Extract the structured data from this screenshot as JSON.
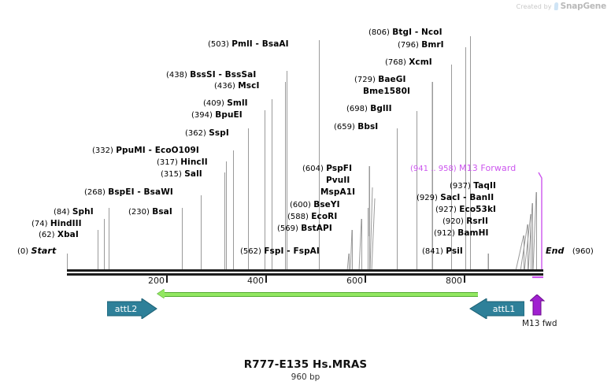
{
  "watermark": {
    "prefix": "Created by",
    "brand": "SnapGene"
  },
  "title": "R777-E135 Hs.MRAS",
  "subtitle": "960 bp",
  "sequence": {
    "length_bp": 960,
    "start_label": "Start",
    "start_pos": "(0)",
    "end_label": "End",
    "end_pos": "(960)"
  },
  "ruler": {
    "ticks": [
      {
        "label": "200",
        "value": 200
      },
      {
        "label": "400",
        "value": 400
      },
      {
        "label": "600",
        "value": 600
      },
      {
        "label": "800",
        "value": 800
      }
    ]
  },
  "colors": {
    "enzyme_text": "#000000",
    "feature_magenta": "#cc55ee",
    "att_teal": "#2e8099",
    "orf_green": "#92e761",
    "orf_green_border": "#55aa33",
    "m13_purple": "#a020d0",
    "ruler_black": "#1c1c1c",
    "leader_grey": "#9a9a9a",
    "watermark_grey": "#c8c8c8"
  },
  "enzyme_sites": [
    {
      "pos": "(0)",
      "value": 0,
      "name": "Start",
      "kind": "endcap",
      "side": "left"
    },
    {
      "pos": "(62)",
      "value": 62,
      "name": "XbaI",
      "kind": "enzyme"
    },
    {
      "pos": "(74)",
      "value": 74,
      "name": "HindIII",
      "kind": "enzyme"
    },
    {
      "pos": "(84)",
      "value": 84,
      "name": "SphI",
      "kind": "enzyme"
    },
    {
      "pos": "(230)",
      "value": 230,
      "name": "BsaI",
      "kind": "enzyme"
    },
    {
      "pos": "(268)",
      "value": 268,
      "name": "BspEI  -  BsaWI",
      "kind": "enzyme"
    },
    {
      "pos": "(315)",
      "value": 315,
      "name": "SalI",
      "kind": "enzyme"
    },
    {
      "pos": "(317)",
      "value": 317,
      "name": "HincII",
      "kind": "enzyme"
    },
    {
      "pos": "(332)",
      "value": 332,
      "name": "PpuMI  -  EcoO109I",
      "kind": "enzyme"
    },
    {
      "pos": "(362)",
      "value": 362,
      "name": "SspI",
      "kind": "enzyme"
    },
    {
      "pos": "(394)",
      "value": 394,
      "name": "BpuEI",
      "kind": "enzyme"
    },
    {
      "pos": "(409)",
      "value": 409,
      "name": "SmlI",
      "kind": "enzyme"
    },
    {
      "pos": "(436)",
      "value": 436,
      "name": "MscI",
      "kind": "enzyme"
    },
    {
      "pos": "(438)",
      "value": 438,
      "name": "BssSI  -  BssSaI",
      "kind": "enzyme"
    },
    {
      "pos": "(503)",
      "value": 503,
      "name": "PmlI  -  BsaAI",
      "kind": "enzyme"
    },
    {
      "pos": "(562)",
      "value": 562,
      "name": "FspI  -  FspAI",
      "kind": "enzyme"
    },
    {
      "pos": "(569)",
      "value": 569,
      "name": "BstAPI",
      "kind": "enzyme"
    },
    {
      "pos": "(588)",
      "value": 588,
      "name": "EcoRI",
      "kind": "enzyme"
    },
    {
      "pos": "(600)",
      "value": 600,
      "name": "BseYI",
      "kind": "enzyme"
    },
    {
      "pos": "(604)",
      "value": 604,
      "name": "PspFI",
      "kind": "enzyme"
    },
    {
      "pos": "",
      "value": 604,
      "name": "PvuII",
      "kind": "enzyme-cont"
    },
    {
      "pos": "",
      "value": 604,
      "name": "MspA1I",
      "kind": "enzyme-cont"
    },
    {
      "pos": "(659)",
      "value": 659,
      "name": "BbsI",
      "kind": "enzyme"
    },
    {
      "pos": "(698)",
      "value": 698,
      "name": "BglII",
      "kind": "enzyme"
    },
    {
      "pos": "(729)",
      "value": 729,
      "name": "BaeGI",
      "kind": "enzyme"
    },
    {
      "pos": "",
      "value": 729,
      "name": "Bme1580I",
      "kind": "enzyme-cont"
    },
    {
      "pos": "(768)",
      "value": 768,
      "name": "XcmI",
      "kind": "enzyme"
    },
    {
      "pos": "(796)",
      "value": 796,
      "name": "BmrI",
      "kind": "enzyme"
    },
    {
      "pos": "(806)",
      "value": 806,
      "name": "BtgI  -  NcoI",
      "kind": "enzyme"
    },
    {
      "pos": "(841)",
      "value": 841,
      "name": "PsiI",
      "kind": "enzyme"
    },
    {
      "pos": "(912)",
      "value": 912,
      "name": "BamHI",
      "kind": "enzyme"
    },
    {
      "pos": "(920)",
      "value": 920,
      "name": "RsrII",
      "kind": "enzyme"
    },
    {
      "pos": "(927)",
      "value": 927,
      "name": "Eco53kI",
      "kind": "enzyme"
    },
    {
      "pos": "(929)",
      "value": 929,
      "name": "SacI  -  BanII",
      "kind": "enzyme"
    },
    {
      "pos": "(937)",
      "value": 937,
      "name": "TaqII",
      "kind": "enzyme"
    },
    {
      "pos": "(941 .. 958)",
      "value": 950,
      "name": "M13 Forward",
      "kind": "feature"
    },
    {
      "pos": "(960)",
      "value": 960,
      "name": "End",
      "kind": "endcap",
      "side": "right"
    }
  ],
  "labels": {
    "start": {
      "pos": "(0)",
      "name": "Start"
    },
    "end": {
      "pos": "(960)",
      "name": "End"
    },
    "l_62": {
      "pos": "(62)",
      "name": "XbaI"
    },
    "l_74": {
      "pos": "(74)",
      "name": "HindIII"
    },
    "l_84": {
      "pos": "(84)",
      "name": "SphI"
    },
    "l_230": {
      "pos": "(230)",
      "name": "BsaI"
    },
    "l_268": {
      "pos": "(268)",
      "name": "BspEI  -  BsaWI"
    },
    "l_315": {
      "pos": "(315)",
      "name": "SalI"
    },
    "l_317": {
      "pos": "(317)",
      "name": "HincII"
    },
    "l_332": {
      "pos": "(332)",
      "name": "PpuMI  -  EcoO109I"
    },
    "l_362": {
      "pos": "(362)",
      "name": "SspI"
    },
    "l_394": {
      "pos": "(394)",
      "name": "BpuEI"
    },
    "l_409": {
      "pos": "(409)",
      "name": "SmlI"
    },
    "l_436": {
      "pos": "(436)",
      "name": "MscI"
    },
    "l_438": {
      "pos": "(438)",
      "name": "BssSI  -  BssSaI"
    },
    "l_503": {
      "pos": "(503)",
      "name": "PmlI  -  BsaAI"
    },
    "l_562": {
      "pos": "(562)",
      "name": "FspI  -  FspAI"
    },
    "l_569": {
      "pos": "(569)",
      "name": "BstAPI"
    },
    "l_588": {
      "pos": "(588)",
      "name": "EcoRI"
    },
    "l_600": {
      "pos": "(600)",
      "name": "BseYI"
    },
    "l_604": {
      "pos": "(604)",
      "name": "PspFI"
    },
    "l_604b": {
      "pos": "",
      "name": "PvuII"
    },
    "l_604c": {
      "pos": "",
      "name": "MspA1I"
    },
    "l_659": {
      "pos": "(659)",
      "name": "BbsI"
    },
    "l_698": {
      "pos": "(698)",
      "name": "BglII"
    },
    "l_729": {
      "pos": "(729)",
      "name": "BaeGI"
    },
    "l_729b": {
      "pos": "",
      "name": "Bme1580I"
    },
    "l_768": {
      "pos": "(768)",
      "name": "XcmI"
    },
    "l_796": {
      "pos": "(796)",
      "name": "BmrI"
    },
    "l_806": {
      "pos": "(806)",
      "name": "BtgI  -  NcoI"
    },
    "l_841": {
      "pos": "(841)",
      "name": "PsiI"
    },
    "l_912": {
      "pos": "(912)",
      "name": "BamHI"
    },
    "l_920": {
      "pos": "(920)",
      "name": "RsrII"
    },
    "l_927": {
      "pos": "(927)",
      "name": "Eco53kI"
    },
    "l_929": {
      "pos": "(929)",
      "name": "SacI  -  BanII"
    },
    "l_937": {
      "pos": "(937)",
      "name": "TaqII"
    },
    "l_m13": {
      "pos": "(941 .. 958)",
      "name": "M13 Forward"
    }
  },
  "features": [
    {
      "name": "attL2",
      "type": "att-site",
      "direction": "right",
      "color": "#2e8099"
    },
    {
      "name": "attL1",
      "type": "att-site",
      "direction": "left",
      "color": "#2e8099"
    },
    {
      "name": "M13 fwd",
      "type": "primer",
      "direction": "up",
      "color": "#a020d0"
    }
  ],
  "orf": {
    "direction": "left",
    "color": "#92e761"
  },
  "att_left": {
    "label": "attL2"
  },
  "att_right": {
    "label": "attL1"
  },
  "m13": {
    "label": "M13 fwd"
  }
}
